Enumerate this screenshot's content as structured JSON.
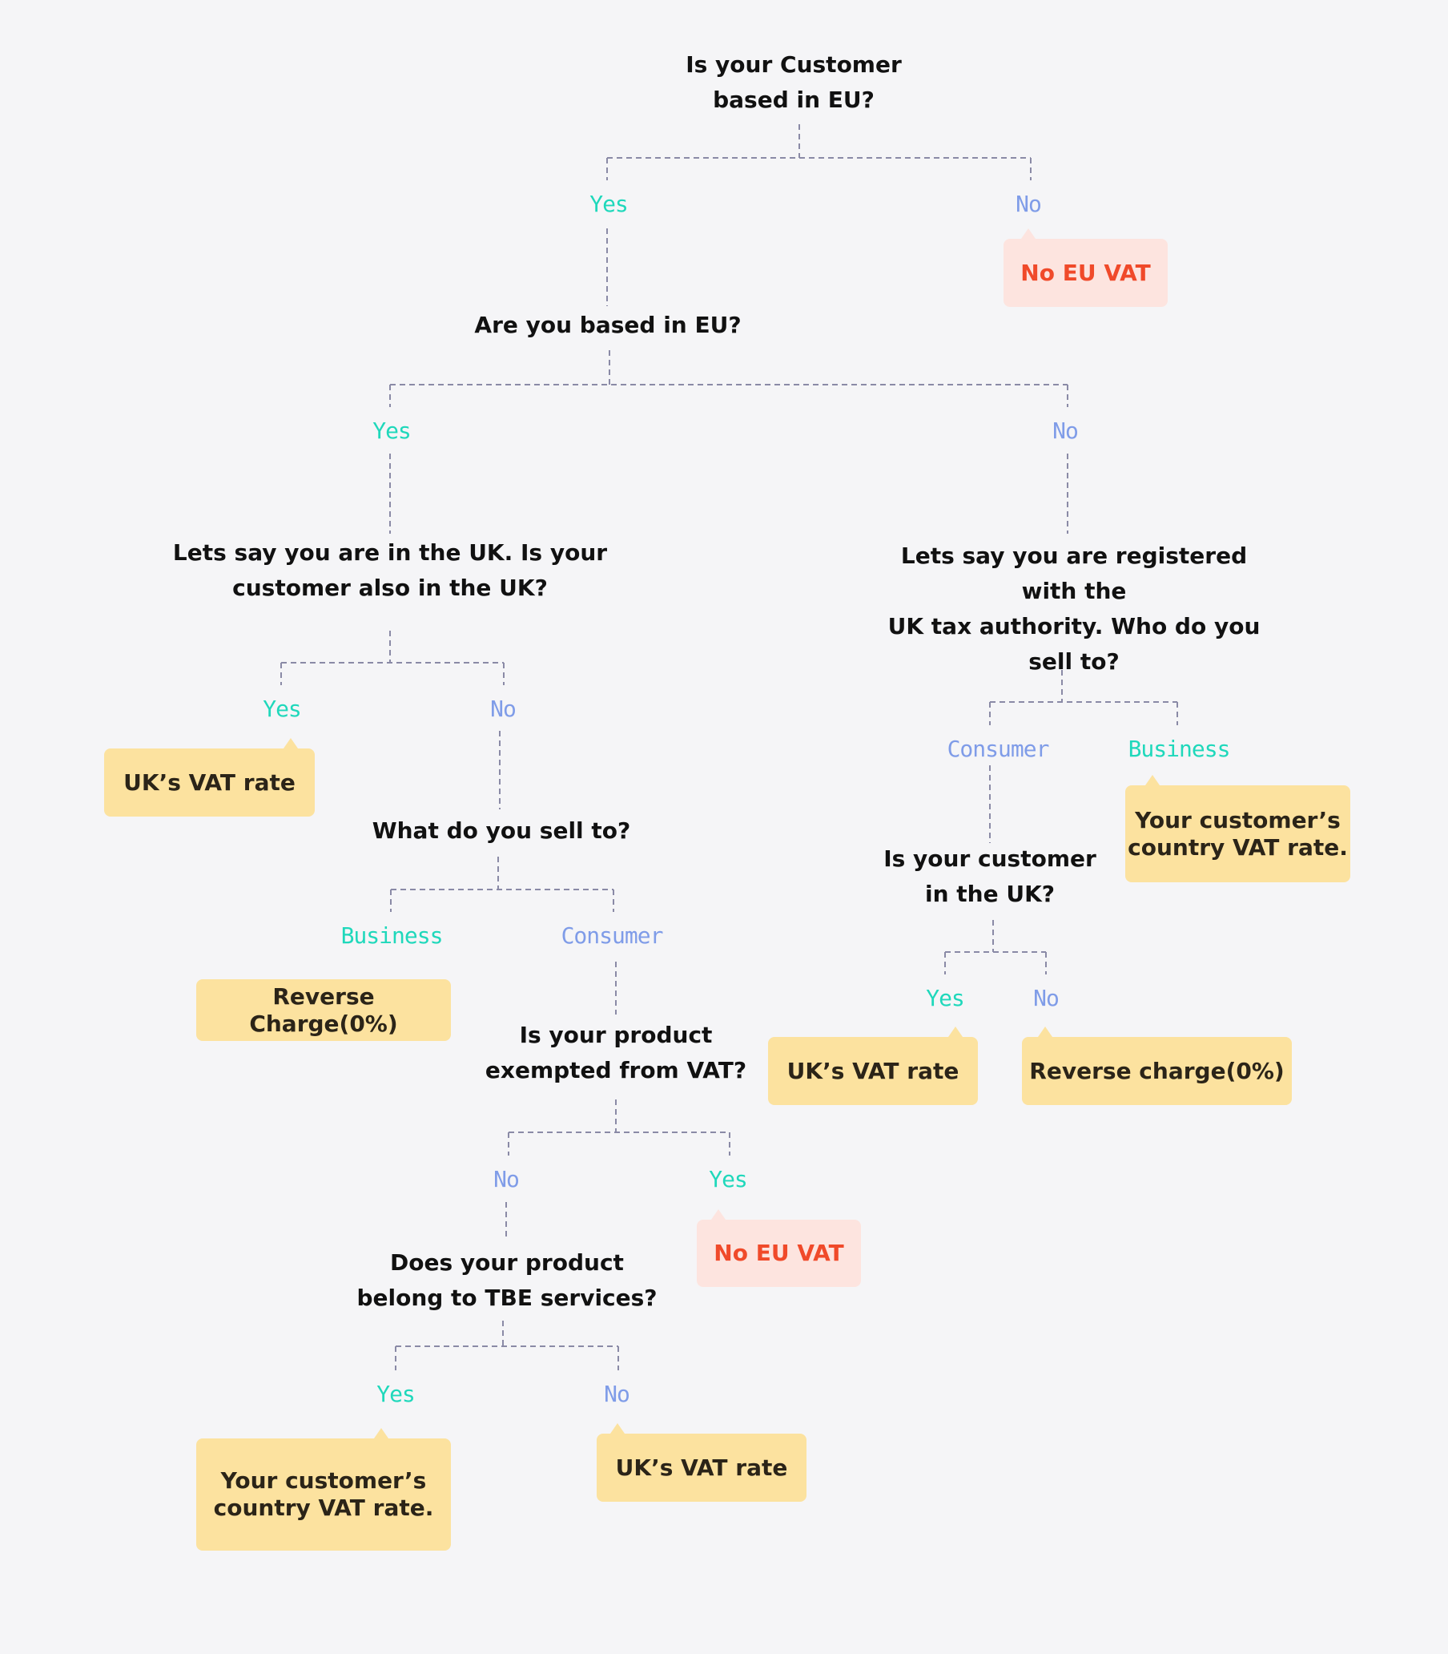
{
  "questions": {
    "q1": "Is your Customer\nbased in EU?",
    "q2": "Are you based in EU?",
    "q3": "Lets say you are in the UK. Is your\ncustomer also in the UK?",
    "q4": "Lets say you are registered with the\nUK tax authority.  Who do you sell to?",
    "q5": "What do you sell to?",
    "q6": "Is your customer\nin the UK?",
    "q7": "Is your product\nexempted from VAT?",
    "q8": "Does your product\nbelong to TBE services?"
  },
  "labels": {
    "q1_yes": "Yes",
    "q1_no": "No",
    "q2_yes": "Yes",
    "q2_no": "No",
    "q3_yes": "Yes",
    "q3_no": "No",
    "q4_consumer": "Consumer",
    "q4_business": "Business",
    "q5_business": "Business",
    "q5_consumer": "Consumer",
    "q6_yes": "Yes",
    "q6_no": "No",
    "q7_no": "No",
    "q7_yes": "Yes",
    "q8_yes": "Yes",
    "q8_no": "No"
  },
  "results": {
    "r_no_eu_vat_1": "No EU VAT",
    "r_uk_vat_1": "UK’s VAT rate",
    "r_customer_vat_1": "Your customer’s\ncountry VAT rate.",
    "r_reverse_1": "Reverse Charge(0%)",
    "r_uk_vat_2": "UK’s VAT rate",
    "r_reverse_2": "Reverse charge(0%)",
    "r_no_eu_vat_2": "No EU VAT",
    "r_customer_vat_2": "Your customer’s\ncountry VAT rate.",
    "r_uk_vat_3": "UK’s VAT rate"
  },
  "colors": {
    "yes_label": "#1fd8bb",
    "no_label": "#7f9ce8",
    "connector": "#8a8aa6",
    "result_box": "#fce29f",
    "no_vat_box": "#fde4df",
    "no_vat_text": "#f04a2a"
  }
}
